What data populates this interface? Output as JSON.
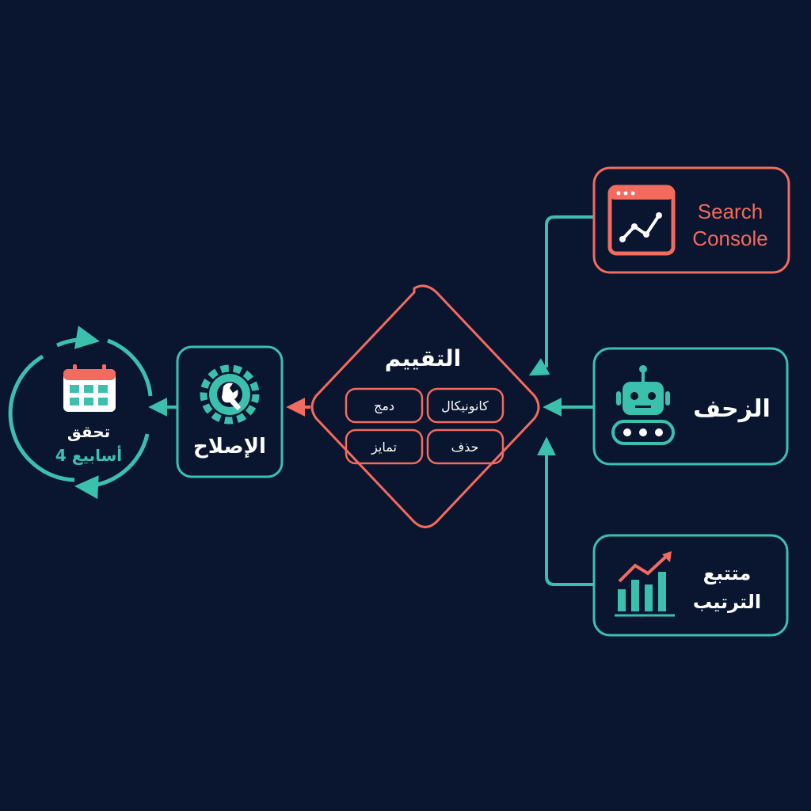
{
  "colors": {
    "background": "#0a1530",
    "teal": "#3cc0ae",
    "coral": "#f26b5e",
    "text": "#ffffff"
  },
  "sources": {
    "search_console": {
      "line1": "Search",
      "line2": "Console",
      "icon": "browser-chart-icon"
    },
    "crawler": {
      "label": "الزحف",
      "icon": "robot-icon"
    },
    "rank_tracker": {
      "line1": "متتبع",
      "line2": "الترتيب",
      "icon": "bar-chart-trend-icon"
    }
  },
  "evaluation": {
    "title": "التقييم",
    "options": [
      "كانونيكال",
      "دمج",
      "حذف",
      "تمايز"
    ]
  },
  "fix": {
    "label": "الإصلاح",
    "icon": "gear-wrench-icon"
  },
  "verify": {
    "line1": "تحقق",
    "line2": "4 أسابيع",
    "icon": "calendar-icon"
  }
}
